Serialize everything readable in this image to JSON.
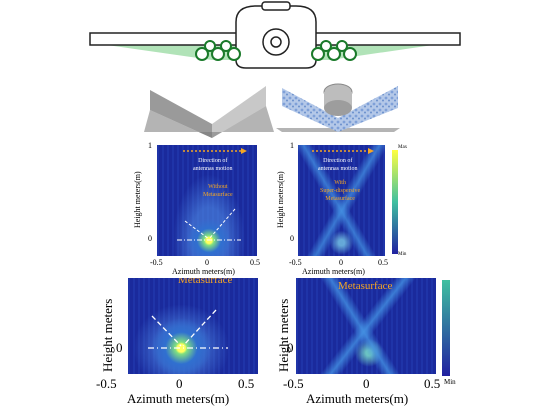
{
  "top_plots": {
    "left": {
      "ylabel": "Height meters(m)",
      "xlabel": "Azimuth meters(m)",
      "y_ticks": [
        "1",
        "0"
      ],
      "x_ticks": [
        "-0.5",
        "0",
        "0.5"
      ],
      "motion_text": "Direction of\nantennas motion",
      "case_text": "Without\nMetasurface"
    },
    "right": {
      "ylabel": "Height meters(m)",
      "xlabel": "Azimuth meters(m)",
      "y_ticks": [
        "1",
        "0"
      ],
      "x_ticks": [
        "-0.5",
        "0",
        "0.5"
      ],
      "motion_text": "Direction of\nantennas motion",
      "case_text": "With\nSuper-dispersive\nMetasurface"
    },
    "colorbar": {
      "max_label": "Max",
      "min_label": "Min",
      "colors": [
        "#ffff40",
        "#40c0a0",
        "#2020a0"
      ]
    }
  },
  "bottom_plots": {
    "left": {
      "ylabel": "Height meters",
      "xlabel": "Azimuth meters(m)",
      "y_ticks": [
        "0"
      ],
      "x_ticks": [
        "-0.5",
        "0",
        "0.5"
      ],
      "case_text": "Metasurface"
    },
    "right": {
      "ylabel": "Height meters",
      "xlabel": "Azimuth meters(m)",
      "y_ticks": [
        "0"
      ],
      "x_ticks": [
        "-0.5",
        "0",
        "0.5"
      ],
      "case_text": "Metasurface"
    },
    "colorbar": {
      "min_label": "Min",
      "colors": [
        "#40c0a0",
        "#2020a0"
      ]
    }
  },
  "colors": {
    "plot_bg": "#1a2a9c",
    "beam_green": "#a8e0b0",
    "antenna_green": "#1a7a2a",
    "target_gray": "#a0a0a0",
    "dash": "#ffffff"
  }
}
